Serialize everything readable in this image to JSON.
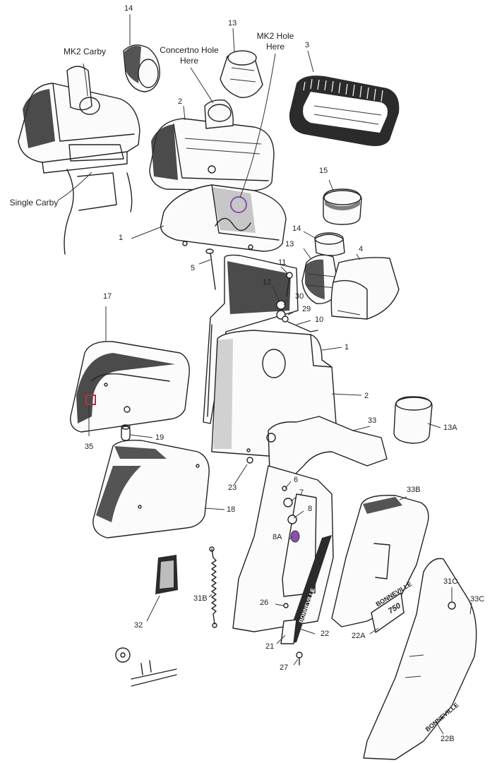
{
  "labels": {
    "l14a": "14",
    "l13a": "13",
    "l3": "3",
    "l2a": "2",
    "l15": "15",
    "l1a": "1",
    "l14b": "14",
    "l13b": "13",
    "l4": "4",
    "l5": "5",
    "l11": "11",
    "l12": "12",
    "l30": "30",
    "l29": "29",
    "l10": "10",
    "l1b": "1",
    "l17": "17",
    "l2b": "2",
    "l33": "33",
    "l13A": "13A",
    "l35": "35",
    "l19": "19",
    "l23": "23",
    "l18": "18",
    "l6": "6",
    "l7": "7",
    "l8": "8",
    "l8A": "8A",
    "l33B": "33B",
    "l31C": "31C",
    "l33C": "33C",
    "l31B": "31B",
    "l26": "26",
    "l32": "32",
    "l21": "21",
    "l22": "22",
    "l22A": "22A",
    "l27": "27",
    "l22B": "22B"
  },
  "captions": {
    "mk2_carby": "MK2 Carby",
    "concertno_hole": "Concertno Hole\nHere",
    "mk2_hole": "MK2 Hole\nHere",
    "single_carby": "Single Carby"
  },
  "decals": {
    "badge_22a_line1": "BONNEVILLE",
    "badge_22a_line2": "750",
    "badge_22_text": "BONNEVILLE",
    "badge_22b_text": "BONNEVILLE"
  },
  "colors": {
    "line": "#222222",
    "highlight_circle": "#8a4fb0",
    "highlight_square": "#b03048"
  }
}
